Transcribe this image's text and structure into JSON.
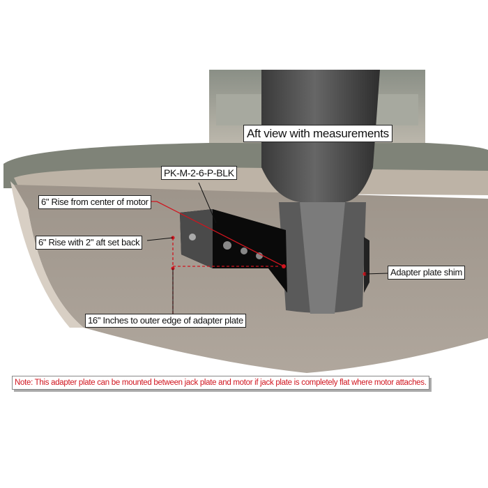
{
  "title": "Aft view with measurements",
  "labels": {
    "part_number": "PK-M-2-6-P-BLK",
    "rise_center": "6\" Rise from center of motor",
    "rise_setback": "6\" Rise with 2\" aft set back",
    "shim": "Adapter plate shim",
    "outer_edge": "16\" Inches to outer edge of adapter plate"
  },
  "note": "Note: This adapter plate can be mounted between jack plate and motor if jack plate is completely flat where motor attaches.",
  "colors": {
    "accent": "#d0141e",
    "bracket": "#0a0a0a",
    "hull": "#a39a90"
  }
}
